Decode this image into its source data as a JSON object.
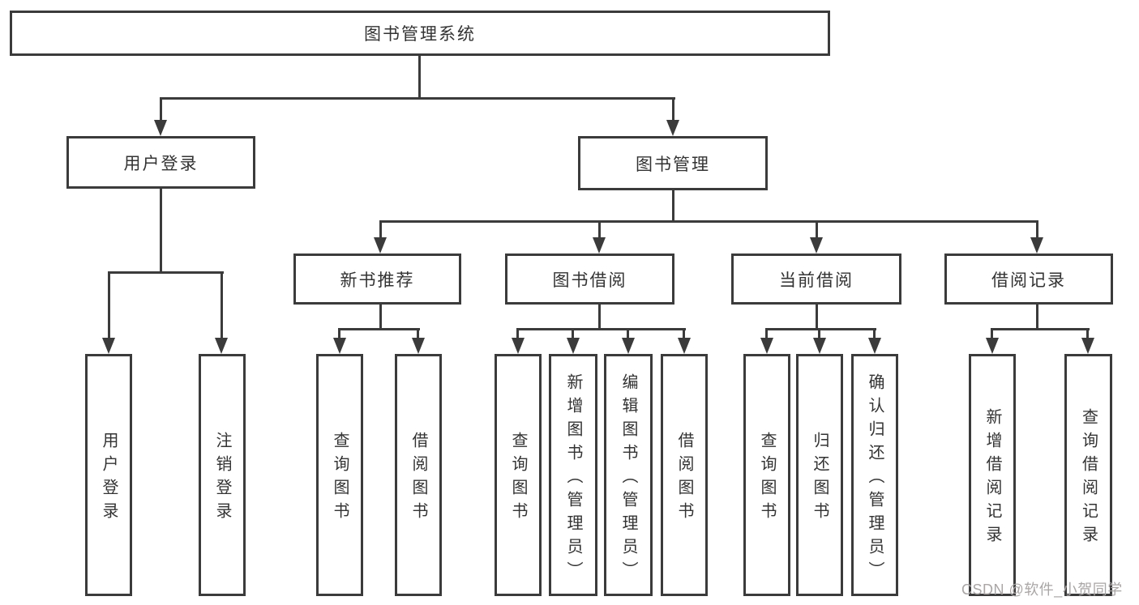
{
  "colors": {
    "line": "#3b3b3b",
    "text": "#333333",
    "watermark": "#aaa6a6",
    "background": "#ffffff"
  },
  "nodes": {
    "root": "图书管理系统",
    "user_login": "用户登录",
    "book_mgmt": "图书管理",
    "new_book_rec": "新书推荐",
    "book_borrow": "图书借阅",
    "current_borrow": "当前借阅",
    "borrow_record": "借阅记录",
    "ul_login": "用户登录",
    "ul_logout": "注销登录",
    "nbr_query": "查询图书",
    "nbr_borrow": "借阅图书",
    "bb_query": "查询图书",
    "bb_add": "新增图书（管理员）",
    "bb_edit": "编辑图书（管理员）",
    "bb_borrow": "借阅图书",
    "cb_query": "查询图书",
    "cb_return": "归还图书",
    "cb_confirm": "确认归还（管理员）",
    "br_add": "新增借阅记录",
    "br_query": "查询借阅记录"
  },
  "watermark": "CSDN @软件_小贺同学"
}
